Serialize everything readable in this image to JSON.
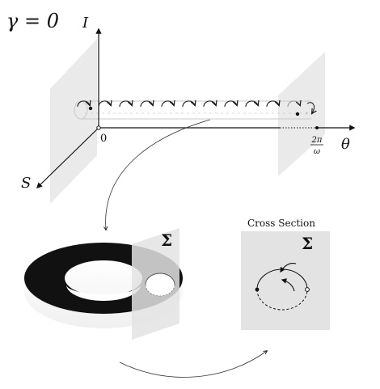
{
  "header": {
    "gamma_label": "γ = 0"
  },
  "phase_space": {
    "axis_I": "I",
    "axis_S": "S",
    "axis_theta": "θ",
    "origin": "0",
    "period_numerator": "2π",
    "period_denominator": "ω"
  },
  "torus_panel": {
    "section_symbol": "Σ"
  },
  "cross_section_panel": {
    "title": "Cross Section",
    "section_symbol": "Σ"
  },
  "colors": {
    "plane": "#e3e3e3",
    "torus": "#111111",
    "curve": "#222222"
  }
}
